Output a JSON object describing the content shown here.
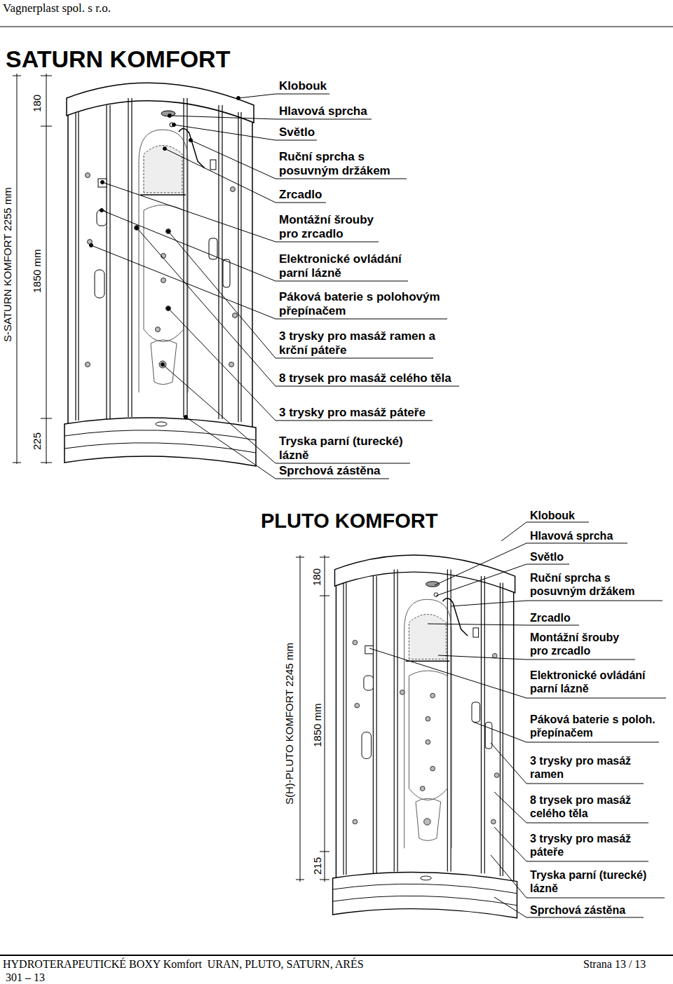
{
  "diagram": {
    "labels": [
      "Vagnerplast spol. s r.o.",
      "SATURN KOMFORT",
      "Klobouk",
      "Hlavová sprcha",
      "Světlo",
      "Ruční sprcha s posuvným držákem",
      "Zrcadlo",
      "Montážní šrouby pro zrcadlo",
      "Elektronické ovládání parní lázně",
      "Páková baterie s polohovým přepínačem",
      "3 trysky pro masáž ramen a krční páteře",
      "8 trysek pro masáž celého těla",
      "3 trysky pro masáž páteře",
      "Tryska parní (turecké) lázně",
      "Sprchová zástěna",
      "S-SATURN KOMFORT 2255 mm",
      "180",
      "1850 mm",
      "225",
      "PLUTO KOMFORT",
      "Klobouk",
      "Hlavová sprcha",
      "Světlo",
      "Ruční sprcha s posuvným držákem",
      "Zrcadlo",
      "Montážní šrouby pro zrcadlo",
      "Elektronické ovládání parní lázně",
      "Páková baterie s poloh. přepínačem",
      "3 trysky pro masáž ramen",
      "8 trysek pro masáž celého těla",
      "3 trysky pro masáž páteře",
      "Tryska parní (turecké) lázně",
      "Sprchová zástěna",
      "S(H)-PLUTO KOMFORT 2245 mm",
      "180",
      "1850 mm",
      "215",
      "HYDROTERAPEUTICKÉ BOXY Komfort  URAN, PLUTO, SATURN, ARÉS",
      "Strana 13 / 13",
      "301 – 13"
    ]
  }
}
